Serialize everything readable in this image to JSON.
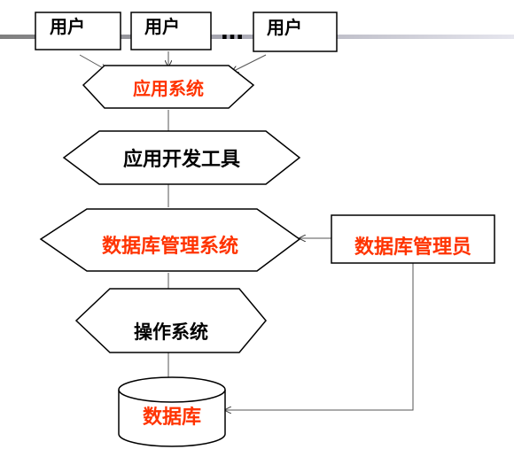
{
  "colors": {
    "accent": "#ff3300",
    "stroke": "#000000",
    "connector": "#555555",
    "top_bar_dark": "#888888",
    "top_bar_light": "#dcdce6"
  },
  "users": {
    "first": "用户",
    "second": "用户",
    "third": "用户",
    "ellipsis": "…"
  },
  "layers": {
    "application_system": "应用系统",
    "dev_tools": "应用开发工具",
    "dbms": "数据库管理系统",
    "os": "操作系统",
    "database": "数据库"
  },
  "dba": "数据库管理员"
}
